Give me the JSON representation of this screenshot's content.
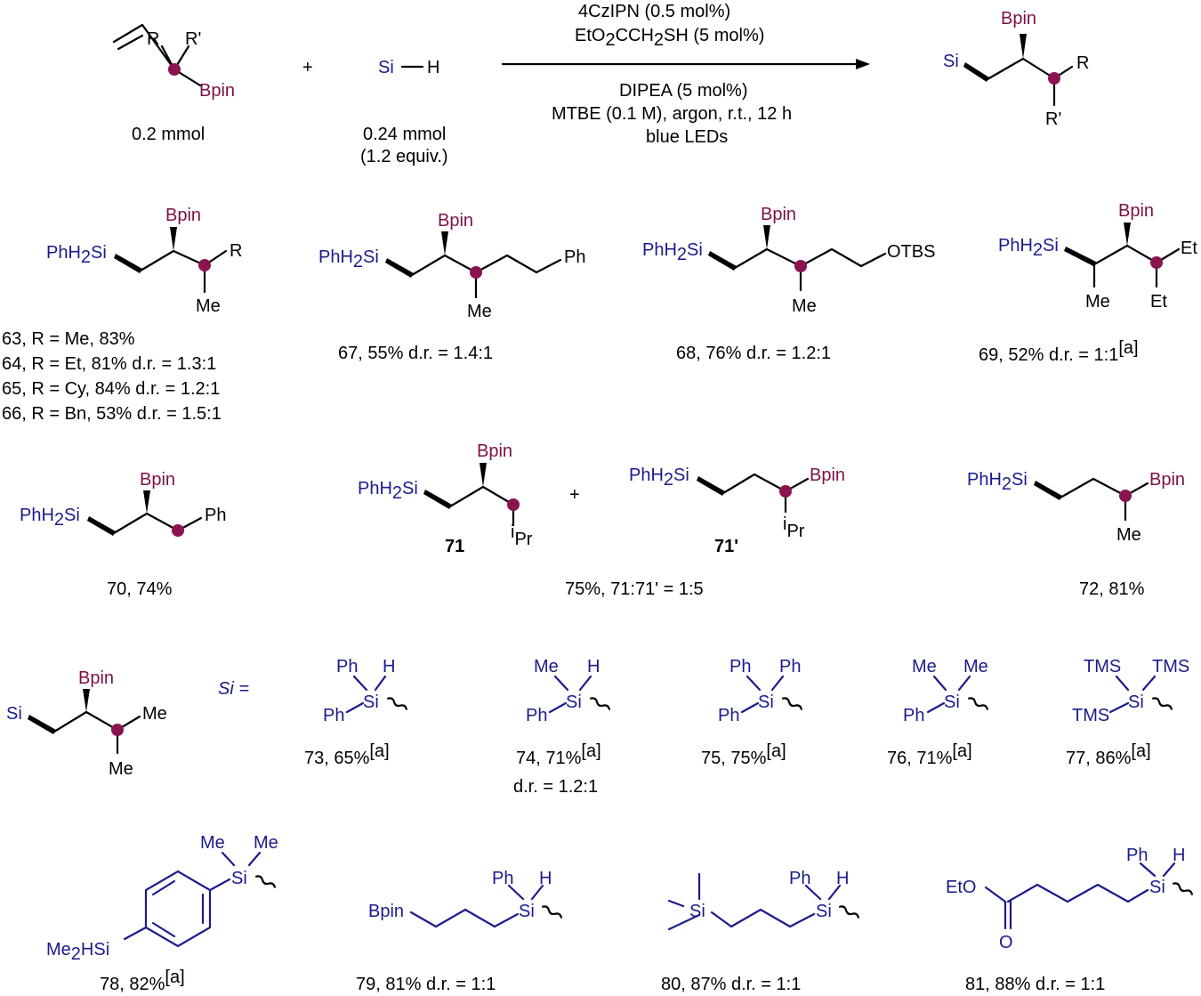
{
  "reaction": {
    "reagent1": "4CzIPN (0.5 mol%)",
    "reagent2_pre": "EtO",
    "reagent2_sub": "2",
    "reagent2_mid": "CCH",
    "reagent2_sub2": "2",
    "reagent2_post": "SH (5 mol%)",
    "cond1": "DIPEA (5 mol%)",
    "cond2": "MTBE (0.1 M), argon, r.t., 12 h",
    "cond3": "blue LEDs",
    "plus": "+",
    "sm1_amount": "0.2 mmol",
    "sm2_amount": "0.24 mmol",
    "sm2_equiv": "(1.2 equiv.)"
  },
  "atoms": {
    "R": "R",
    "Rp": "R'",
    "Bpin": "Bpin",
    "Si": "Si",
    "H": "H",
    "Me": "Me",
    "Et": "Et",
    "Ph": "Ph",
    "OTBS": "OTBS",
    "iPr_sup": "i",
    "iPr": "Pr",
    "PhH2Si_a": "PhH",
    "PhH2Si_sub": "2",
    "PhH2Si_b": "Si",
    "TMS": "TMS",
    "Me2HSi_a": "Me",
    "Me2HSi_sub": "2",
    "Me2HSi_b": "HSi",
    "EtO": "EtO",
    "O": "O",
    "Si_eq": "Si ="
  },
  "products": {
    "p63": {
      "num": "63",
      "text": ", R = Me, 83%"
    },
    "p64": {
      "num": "64",
      "text": ", R = Et, 81% d.r. = 1.3:1"
    },
    "p65": {
      "num": "65",
      "text": ", R = Cy, 84% d.r. = 1.2:1"
    },
    "p66": {
      "num": "66",
      "text": ", R = Bn, 53% d.r. = 1.5:1"
    },
    "p67": {
      "num": "67",
      "text": ", 55% d.r. = 1.4:1"
    },
    "p68": {
      "num": "68",
      "text": ", 76% d.r. = 1.2:1"
    },
    "p69": {
      "num": "69",
      "text": ", 52% d.r. = 1:1",
      "sup": "[a]"
    },
    "p70": {
      "num": "70",
      "text": ", 74%"
    },
    "p71": {
      "num": "71",
      "num2": "71'",
      "pre": "75%, ",
      "mid": ":",
      "ratio": " = 1:5"
    },
    "p72": {
      "num": "72",
      "text": ", 81%"
    },
    "p73": {
      "num": "73",
      "text": ", 65%",
      "sup": "[a]"
    },
    "p74": {
      "num": "74",
      "text": ", 71%",
      "sup": "[a]",
      "dr": "d.r. = 1.2:1"
    },
    "p75": {
      "num": "75",
      "text": ", 75%",
      "sup": "[a]"
    },
    "p76": {
      "num": "76",
      "text": ", 71%",
      "sup": "[a]"
    },
    "p77": {
      "num": "77",
      "text": ", 86%",
      "sup": "[a]"
    },
    "p78": {
      "num": "78",
      "text": ", 82%",
      "sup": "[a]"
    },
    "p79": {
      "num": "79",
      "text": ", 81% d.r. = 1:1"
    },
    "p80": {
      "num": "80",
      "text": ", 87% d.r. = 1:1"
    },
    "p81": {
      "num": "81",
      "text": ", 88% d.r. = 1:1"
    }
  },
  "colors": {
    "silicon_blue": "#1b1b8c",
    "boron_red": "#7d1046",
    "stereocenter_dot": "#8a1450"
  }
}
